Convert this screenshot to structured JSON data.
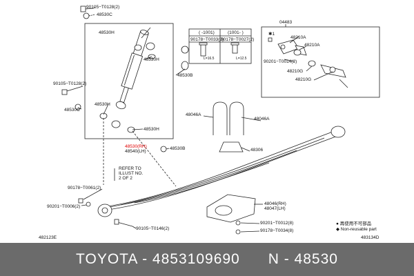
{
  "labels": {
    "p90105_t0128_top": "90105−T0128(2)",
    "p48530c_top": "48530C",
    "p48530h_1": "48530H",
    "p48530h_2": "48530H",
    "p48530h_3": "48530H",
    "p48530h_4": "48530H",
    "p48530b_1": "48530B",
    "p48530b_2": "48530B",
    "p90105_t0128_left": "90105−T0128(2)",
    "p48530c_left": "48530C",
    "p48530_rh": "48530(RH)",
    "p48540_lh": "48540(LH)",
    "p04483": "04483",
    "p48210a_1": "48210A",
    "p48210a_2": "48210A",
    "p90201_t0014": "90201−T0014(2)",
    "p48210g_1": "48210G",
    "p48210g_2": "48210G",
    "p48046a_1": "48046A",
    "p48046a_2": "48046A",
    "p48306": "48306",
    "p48046_rh": "48046(RH)",
    "p48047_lh": "48047(LH)",
    "p90178_t0061": "90178−T0061(2)",
    "p90201_t0006": "90201−T0006(2)",
    "p90105_t0146": "90105−T0146(2)",
    "p90201_t0012": "90201−T0012(8)",
    "p90178_t0034": "90178−T0034(8)",
    "refer_1": "REFER TO",
    "refer_2": "ILLUST NO.",
    "refer_3": "2 OF 2",
    "col_a": "(  -1001)",
    "col_b": "(1001-  )",
    "part_a": "90178−T0033(2)",
    "part_b": "90178−T0027(2)",
    "len_a": "L=16.5",
    "len_b": "L=12.5",
    "star_mark": "✱1",
    "legend_1": "● 再使用不可部品",
    "legend_2": "◆ Non-reusable part",
    "code_left": "482123E",
    "code_right": "483134D"
  },
  "footer": {
    "text": "TOYOTA - 4853109690      N - 48530"
  },
  "colors": {
    "highlight": "#e00000",
    "footer_bg": "#6b6b6b"
  }
}
